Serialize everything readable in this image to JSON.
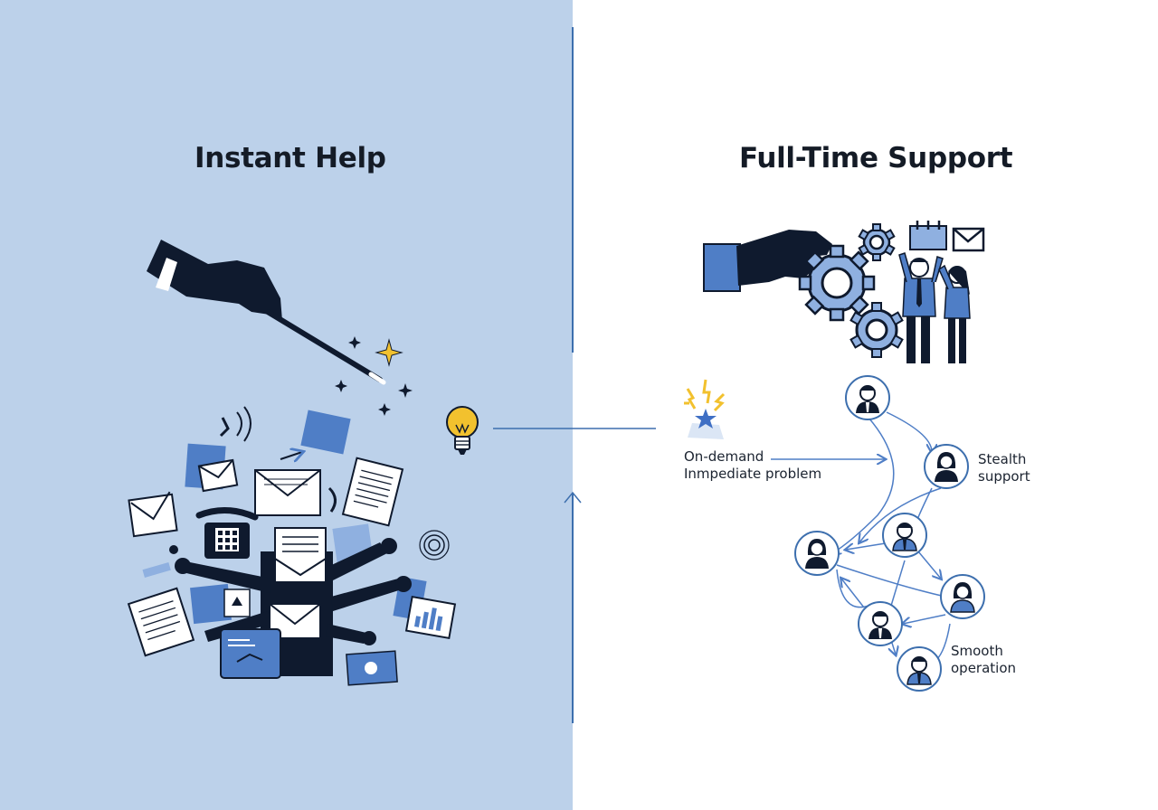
{
  "left": {
    "title": "Instant Help"
  },
  "right": {
    "title": "Full-Time Support"
  },
  "labels": {
    "on_demand_line1": "On-demand",
    "on_demand_line2": "Inmpediate problem",
    "stealth_line1": "Stealth",
    "stealth_line2": "support",
    "smooth_line1": "Smooth",
    "smooth_line2": "operation"
  },
  "colors": {
    "left_bg": "#bcd1ea",
    "right_bg": "#ffffff",
    "navy": "#0f1a2e",
    "accent_blue": "#4f7ec6",
    "light_blue": "#8fb0e0",
    "spark_yellow": "#f2c12e"
  },
  "icons": [
    "magic-wand-icon",
    "lightbulb-icon",
    "gear-icon",
    "envelope-icon",
    "calendar-icon",
    "telephone-icon",
    "document-icon",
    "person-node-icon",
    "star-burst-icon"
  ]
}
